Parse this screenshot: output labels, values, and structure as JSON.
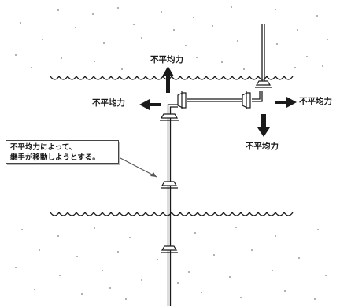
{
  "labels": {
    "force_up": "不平均力",
    "force_left": "不平均力",
    "force_right": "不平均力",
    "force_down": "不平均力"
  },
  "callout": {
    "line1": "不平均力によって、",
    "line2": "継手が移動しようとする。"
  },
  "colors": {
    "ink": "#1a1a1a",
    "dots": "#999999"
  },
  "icons": {
    "arrow": "thick-arrow-icon",
    "joint": "pipe-joint-icon"
  }
}
